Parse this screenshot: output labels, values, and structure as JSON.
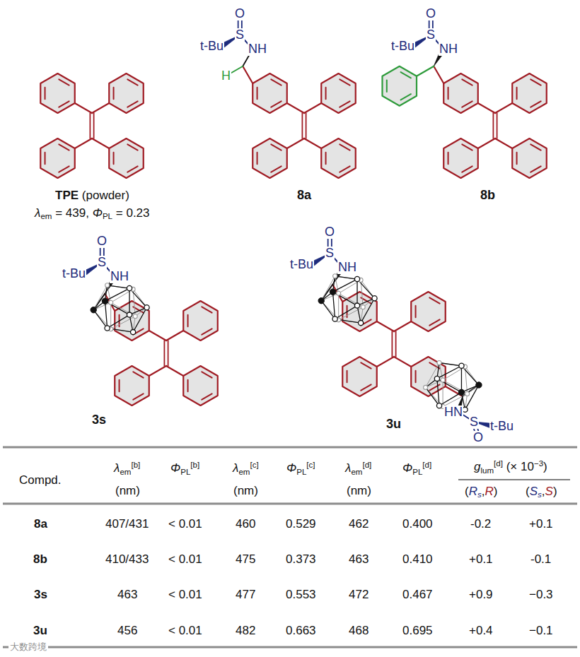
{
  "diagram": {
    "labels": [
      "TPE",
      "(powder)",
      "λ",
      "em",
      "= 439,",
      "Φ",
      "PL",
      "= 0.23",
      "8a",
      "8b",
      "3s",
      "3u",
      "O",
      "t-Bu",
      "S",
      "NH",
      "H",
      "O",
      "t-Bu",
      "S",
      "NH",
      "O",
      "t-Bu",
      "S",
      "NH",
      "O",
      "t-Bu",
      "S",
      "NH",
      "HN",
      "S",
      "t-Bu",
      "O",
      "Compd.",
      "λ",
      "em",
      "[b]",
      "(nm)",
      "Φ",
      "PL",
      "[b]",
      "λ",
      "em",
      "[c]",
      "(nm)",
      "Φ",
      "PL",
      "[c]",
      "λ",
      "em",
      "[d]",
      "(nm)",
      "Φ",
      "PL",
      "[d]",
      "g",
      "lum",
      "[d]",
      "(× 10",
      "−3",
      ")",
      "(",
      "R",
      "s",
      ",",
      "R",
      ")",
      "(",
      "S",
      "s",
      ",",
      "S",
      ")",
      "8a",
      "407/431",
      "< 0.01",
      "460",
      "0.529",
      "462",
      "0.400",
      "-0.2",
      "+0.1",
      "8b",
      "410/433",
      "< 0.01",
      "475",
      "0.373",
      "463",
      "0.410",
      "+0.1",
      "-0.1",
      "3s",
      "463",
      "< 0.01",
      "477",
      "0.553",
      "472",
      "0.467",
      "+0.9",
      "−0.3",
      "3u",
      "456",
      "< 0.01",
      "482",
      "0.663",
      "468",
      "0.695",
      "+0.4",
      "−0.1",
      "大数跨境"
    ]
  }
}
